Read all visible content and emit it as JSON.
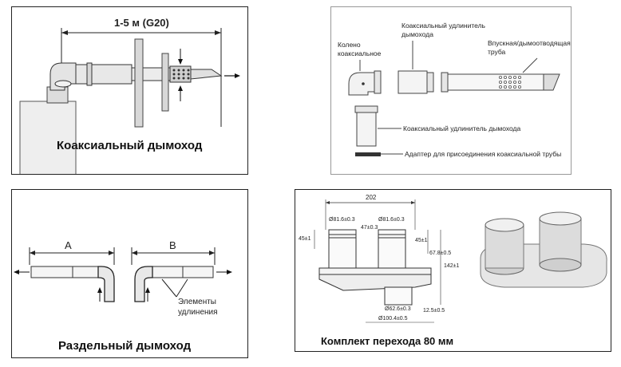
{
  "coaxial": {
    "length_label": "1-5 м (G20)",
    "caption": "Коаксиальный дымоход"
  },
  "parts": {
    "label_elbow": "Колено коаксиальное",
    "label_extension_top": "Коаксиальный удлинитель дымохода",
    "label_intake": "Впускная/дымоотводящая труба",
    "label_extension_bottom": "Коаксиальный удлинитель дымохода",
    "label_adapter": "Адаптер для присоединения коаксиальной трубы"
  },
  "separate": {
    "label_a": "A",
    "label_b": "B",
    "label_elements": "Элементы удлинения",
    "caption": "Раздельный дымоход"
  },
  "adapter_kit": {
    "dim_width": "202",
    "dim_d1": "Ø81.6±0.3",
    "dim_d2": "Ø81.6±0.3",
    "dim_d3": "Ø62.6±0.3",
    "dim_d4": "Ø100.4±0.5",
    "dim_h_left": "45±1",
    "dim_h_mid": "45±1",
    "dim_h_total": "142±1",
    "dim_h_side": "67.8±0.5",
    "dim_small": "47±0.3",
    "dim_bottom": "12.5±0.5",
    "caption": "Комплект перехода 80 мм"
  }
}
